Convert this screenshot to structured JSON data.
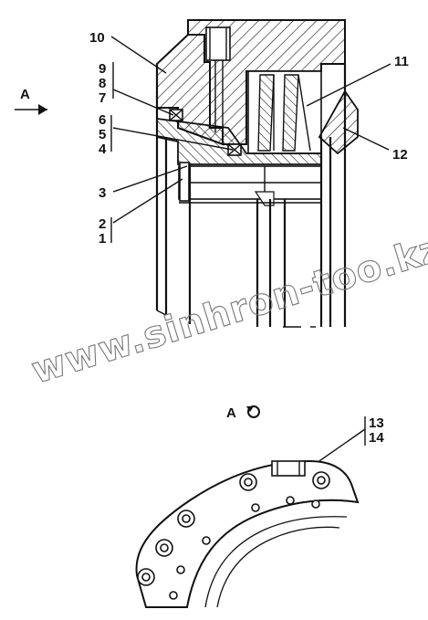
{
  "view_label": "A",
  "view_note": "A",
  "watermark": "www.sinhron-too.kz",
  "callouts": {
    "c1": "1",
    "c2": "2",
    "c3": "3",
    "c4": "4",
    "c5": "5",
    "c6": "6",
    "c7": "7",
    "c8": "8",
    "c9": "9",
    "c10": "10",
    "c11": "11",
    "c12": "12",
    "c13": "13",
    "c14": "14"
  },
  "icons": {
    "rotation": "rotation-arrow-icon",
    "view_arrow": "arrow-right-icon"
  }
}
